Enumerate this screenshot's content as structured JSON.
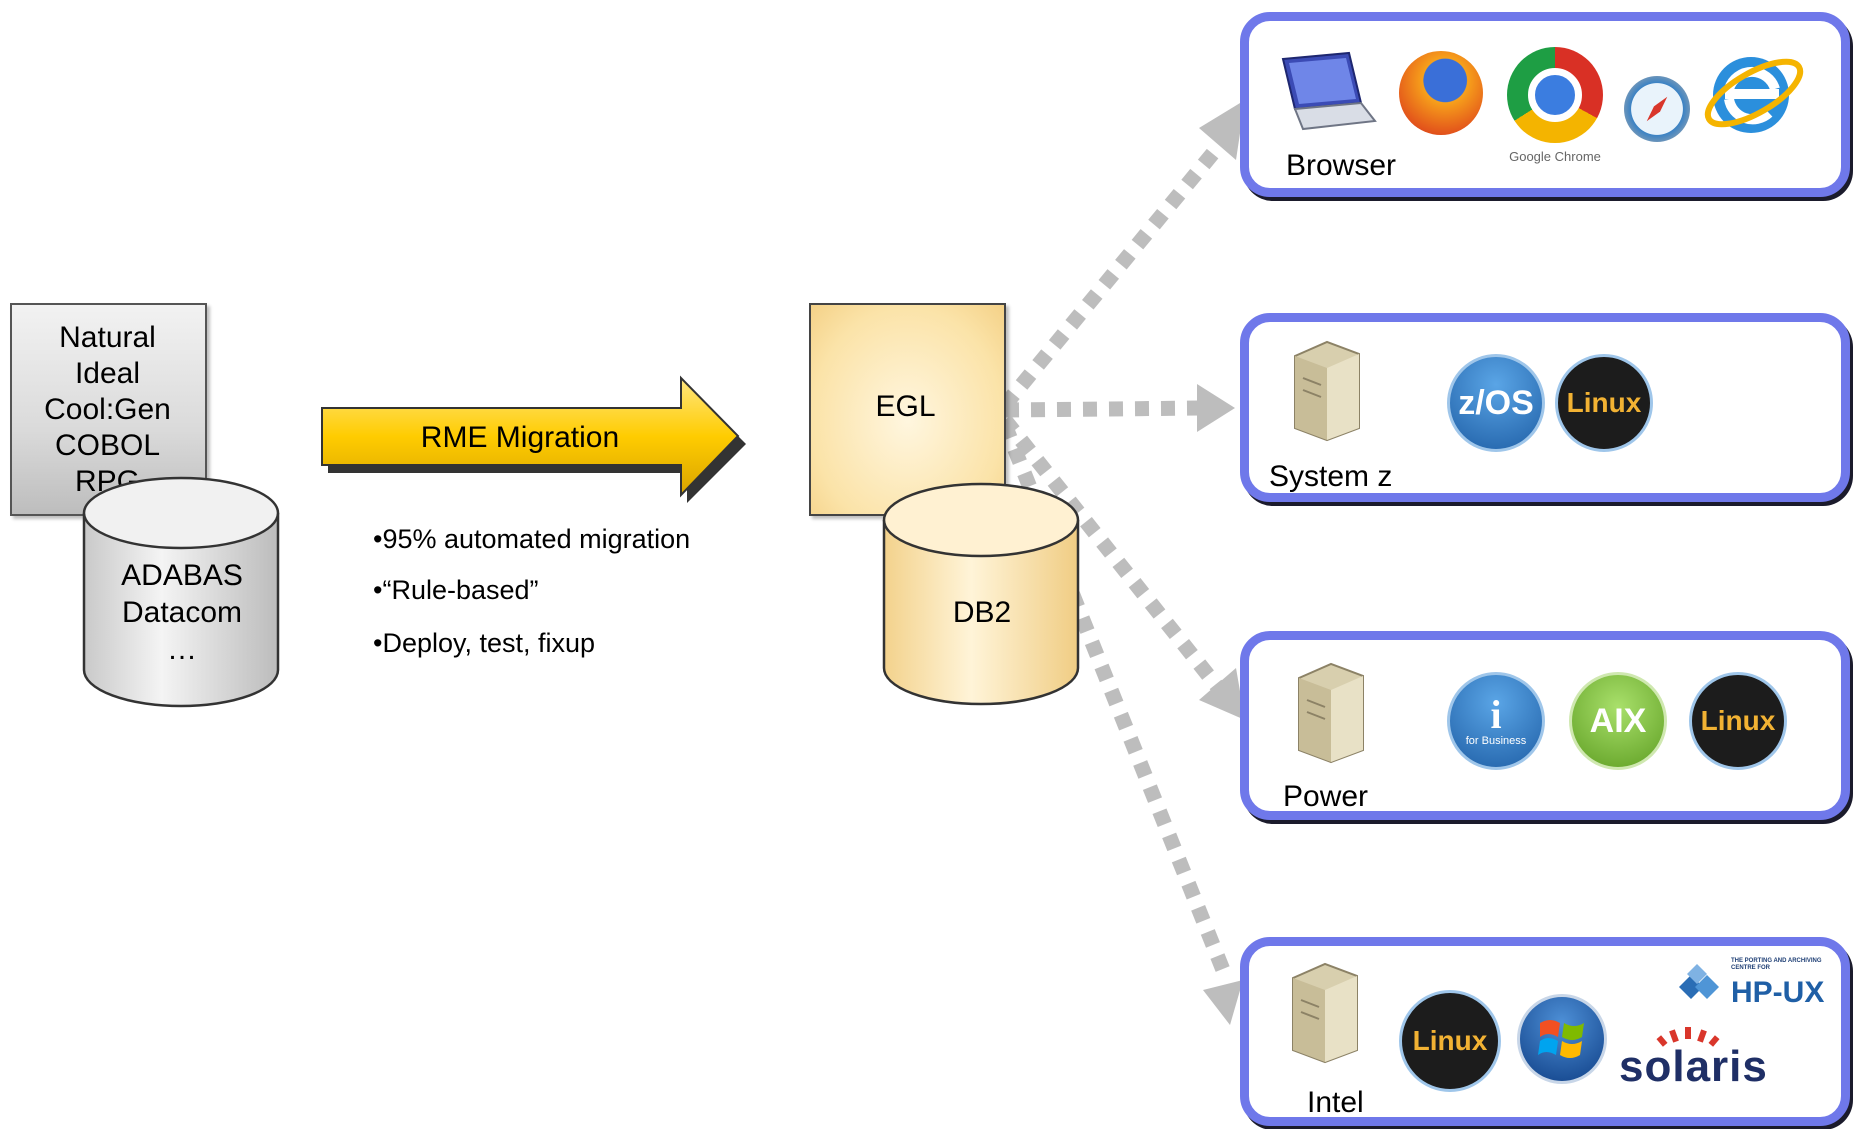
{
  "source": {
    "languages": [
      "Natural",
      "Ideal",
      "Cool:Gen",
      "COBOL",
      "RPG"
    ],
    "databases": [
      "ADABAS",
      "Datacom",
      "…"
    ]
  },
  "migration": {
    "label": "RME Migration",
    "bullets": [
      "•95% automated migration",
      "•“Rule-based”",
      "•Deploy, test, fixup"
    ]
  },
  "target": {
    "egl": "EGL",
    "db": "DB2"
  },
  "platforms": [
    {
      "name": "Browser",
      "icons": [
        "laptop-icon",
        "firefox-icon",
        "chrome-icon",
        "safari-icon",
        "internet-explorer-icon"
      ],
      "chrome_caption": "Google Chrome"
    },
    {
      "name": "System z",
      "icons": [
        "server-icon",
        "zos-icon",
        "linux-icon"
      ],
      "zos_text": "z/OS",
      "linux_text": "Linux"
    },
    {
      "name": "Power",
      "icons": [
        "server-icon",
        "ibm-i-icon",
        "aix-icon",
        "linux-icon"
      ],
      "ibmi_caption": "for Business",
      "aix_text": "AIX",
      "linux_text": "Linux"
    },
    {
      "name": "Intel",
      "icons": [
        "server-icon",
        "linux-icon",
        "windows-icon",
        "hp-ux-icon",
        "solaris-icon"
      ],
      "linux_text": "Linux",
      "hpux_text": "HP-UX",
      "hpux_caption": "THE PORTING AND ARCHIVING CENTRE FOR",
      "solaris_text": "solaris"
    }
  ],
  "colors": {
    "panel_border": "#6f78ea",
    "arrow_fill": "#ffcc00",
    "connector": "#c0c0c0",
    "egl_fill": "#fbe3a8"
  }
}
